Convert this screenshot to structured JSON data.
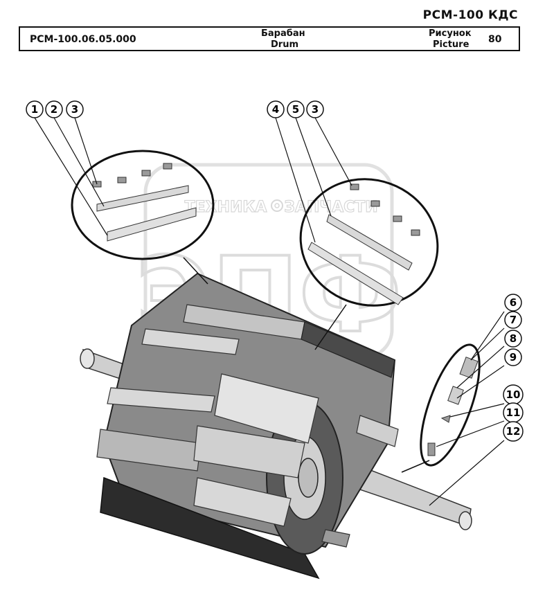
{
  "header": {
    "model": "РСМ-100 КДС",
    "part_number": "РСМ-100.06.05.000",
    "name_ru": "Барабан",
    "name_en": "Drum",
    "picture_ru": "Рисунок",
    "picture_en": "Picture",
    "picture_number": "80"
  },
  "watermark": {
    "text_left": "ТЕХНИКА",
    "text_right": "ЗАПЧАСТИ",
    "logo": "ЭПФ",
    "icon": "gear-icon"
  },
  "callouts": [
    "1",
    "2",
    "3",
    "4",
    "5",
    "3",
    "6",
    "7",
    "8",
    "9",
    "10",
    "11",
    "12"
  ],
  "colors": {
    "line": "#111111",
    "part_light": "#d9d9d9",
    "part_mid": "#a6a6a6",
    "part_dark": "#3a3a3a",
    "watermark": "#c8c8c8"
  }
}
